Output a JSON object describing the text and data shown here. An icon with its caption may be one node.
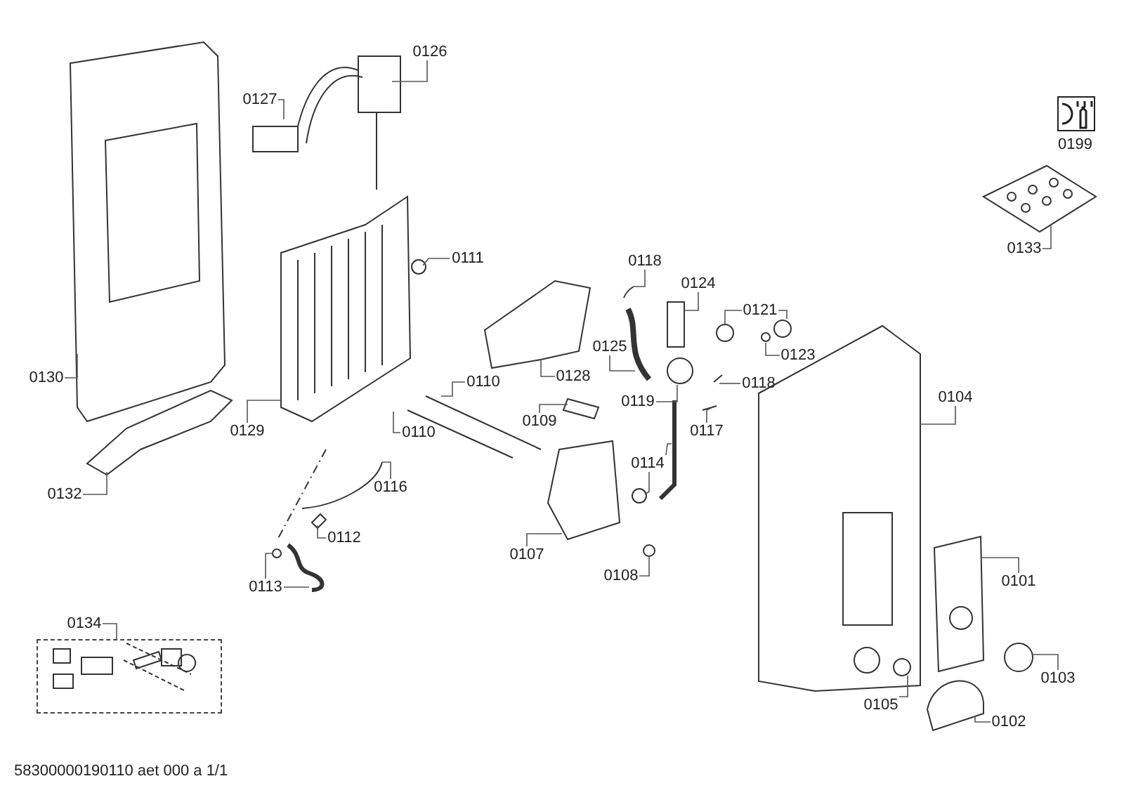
{
  "diagram": {
    "nodes": [
      {
        "text": [
          "0126"
        ]
      },
      {
        "text": [
          "0127"
        ]
      },
      {
        "text": [
          "0111"
        ]
      },
      {
        "text": [
          "0130"
        ]
      },
      {
        "text": [
          "0129"
        ]
      },
      {
        "text": [
          "0110"
        ]
      },
      {
        "text": [
          "0110"
        ]
      },
      {
        "text": [
          "0132"
        ]
      },
      {
        "text": [
          "0116"
        ]
      },
      {
        "text": [
          "0112"
        ]
      },
      {
        "text": [
          "0113"
        ]
      },
      {
        "text": [
          "0128"
        ]
      },
      {
        "text": [
          "0109"
        ]
      },
      {
        "text": [
          "0107"
        ]
      },
      {
        "text": [
          "0118"
        ]
      },
      {
        "text": [
          "0124"
        ]
      },
      {
        "text": [
          "0125"
        ]
      },
      {
        "text": [
          "0121"
        ]
      },
      {
        "text": [
          "0123"
        ]
      },
      {
        "text": [
          "0118"
        ]
      },
      {
        "text": [
          "0119"
        ]
      },
      {
        "text": [
          "0117"
        ]
      },
      {
        "text": [
          "0114"
        ]
      },
      {
        "text": [
          "0108"
        ]
      },
      {
        "text": [
          "0104"
        ]
      },
      {
        "text": [
          "0101"
        ]
      },
      {
        "text": [
          "0103"
        ]
      },
      {
        "text": [
          "0105"
        ]
      },
      {
        "text": [
          "0102"
        ]
      },
      {
        "text": [
          "0133"
        ]
      },
      {
        "text": [
          "0134"
        ]
      },
      {
        "text": [],
        "shape": "box"
      }
    ],
    "edges": [
      {
        "from": 0,
        "to": null,
        "arrow": "none"
      },
      {
        "from": 1,
        "to": null,
        "arrow": "none"
      },
      {
        "from": 2,
        "to": null,
        "arrow": "none"
      },
      {
        "from": 3,
        "to": null,
        "arrow": "none"
      },
      {
        "from": 4,
        "to": null,
        "arrow": "none"
      },
      {
        "from": 5,
        "to": null,
        "arrow": "none"
      },
      {
        "from": 6,
        "to": null,
        "arrow": "none"
      },
      {
        "from": 7,
        "to": null,
        "arrow": "none"
      },
      {
        "from": 8,
        "to": null,
        "arrow": "none"
      },
      {
        "from": 9,
        "to": null,
        "arrow": "none"
      },
      {
        "from": 10,
        "to": null,
        "arrow": "none"
      },
      {
        "from": 10,
        "to": null,
        "arrow": "none"
      },
      {
        "from": 11,
        "to": null,
        "arrow": "none"
      },
      {
        "from": 12,
        "to": null,
        "arrow": "none"
      },
      {
        "from": 13,
        "to": null,
        "arrow": "none"
      },
      {
        "from": 14,
        "to": null,
        "arrow": "none"
      },
      {
        "from": 15,
        "to": null,
        "arrow": "none"
      },
      {
        "from": 16,
        "to": null,
        "arrow": "none"
      },
      {
        "from": 17,
        "to": null,
        "arrow": "none"
      },
      {
        "from": 17,
        "to": null,
        "arrow": "none"
      },
      {
        "from": 18,
        "to": null,
        "arrow": "none"
      },
      {
        "from": 19,
        "to": null,
        "arrow": "none"
      },
      {
        "from": 20,
        "to": null,
        "arrow": "none"
      },
      {
        "from": 21,
        "to": null,
        "arrow": "none"
      },
      {
        "from": 22,
        "to": null,
        "arrow": "none"
      },
      {
        "from": 22,
        "to": null,
        "arrow": "none"
      },
      {
        "from": 23,
        "to": null,
        "arrow": "none"
      },
      {
        "from": 24,
        "to": null,
        "arrow": "none"
      },
      {
        "from": 25,
        "to": null,
        "arrow": "none"
      },
      {
        "from": 26,
        "to": null,
        "arrow": "none"
      },
      {
        "from": 27,
        "to": null,
        "arrow": "none"
      },
      {
        "from": 28,
        "to": null,
        "arrow": "none"
      },
      {
        "from": 29,
        "to": null,
        "arrow": "none"
      },
      {
        "from": 30,
        "to": 31,
        "arrow": "none"
      }
    ],
    "labels": [
      "0199",
      "58300000190110 aet 000 a 1/1"
    ]
  }
}
